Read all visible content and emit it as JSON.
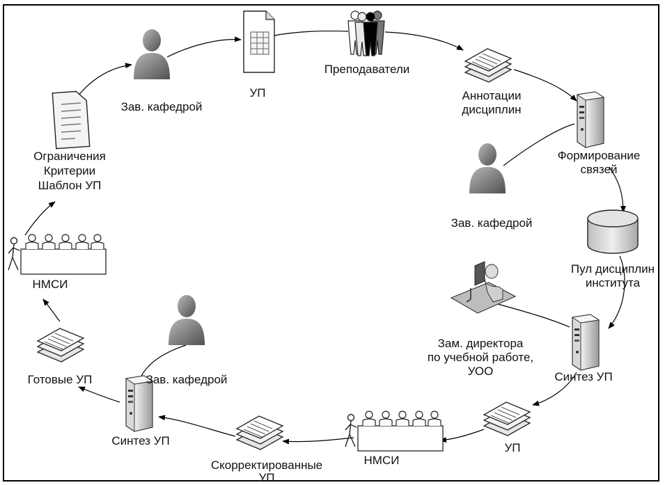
{
  "nodes": {
    "top_zav": "Зав. кафедрой",
    "up_top": "УП",
    "teachers": "Преподаватели",
    "annot_1": "Аннотации",
    "annot_2": "дисциплин",
    "form_1": "Формирование",
    "form_2": "связей",
    "zav_right": "Зав. кафедрой",
    "pool_1": "Пул дисциплин",
    "pool_2": "института",
    "deputy_1": "Зам. директора",
    "deputy_2": "по учебной работе,",
    "deputy_3": "УОО",
    "synth_right": "Синтез УП",
    "up_bottom": "УП",
    "nmsi_bottom": "НМСИ",
    "corrected_1": "Скорректированные",
    "corrected_2": "УП",
    "synth_left": "Синтез УП",
    "zav_bottom": "Зав. кафедрой",
    "ready": "Готовые УП",
    "nmsi_left": "НМСИ",
    "limits_1": "Ограничения",
    "limits_2": "Критерии",
    "limits_3": "Шаблон УП"
  },
  "icons": {
    "person": "person-icon",
    "table_doc": "table-document-icon",
    "group": "people-group-icon",
    "doc_stack": "document-stack-icon",
    "server": "server-icon",
    "database": "database-icon",
    "workstation": "workstation-icon",
    "council": "council-meeting-icon",
    "document": "document-icon"
  }
}
